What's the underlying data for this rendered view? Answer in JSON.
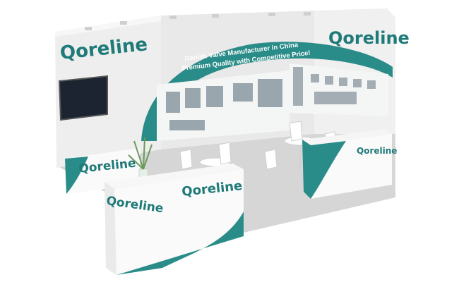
{
  "booth": {
    "brand": "Qoreline",
    "banner_line1": "Danish Valve Manufacturer in China",
    "banner_line2": "Premium Quality with Competitive Price!",
    "colors": {
      "teal": "#2a8c88",
      "wall": "#ececec",
      "floor": "#d4d4d4",
      "screen": "#1b2430"
    }
  }
}
